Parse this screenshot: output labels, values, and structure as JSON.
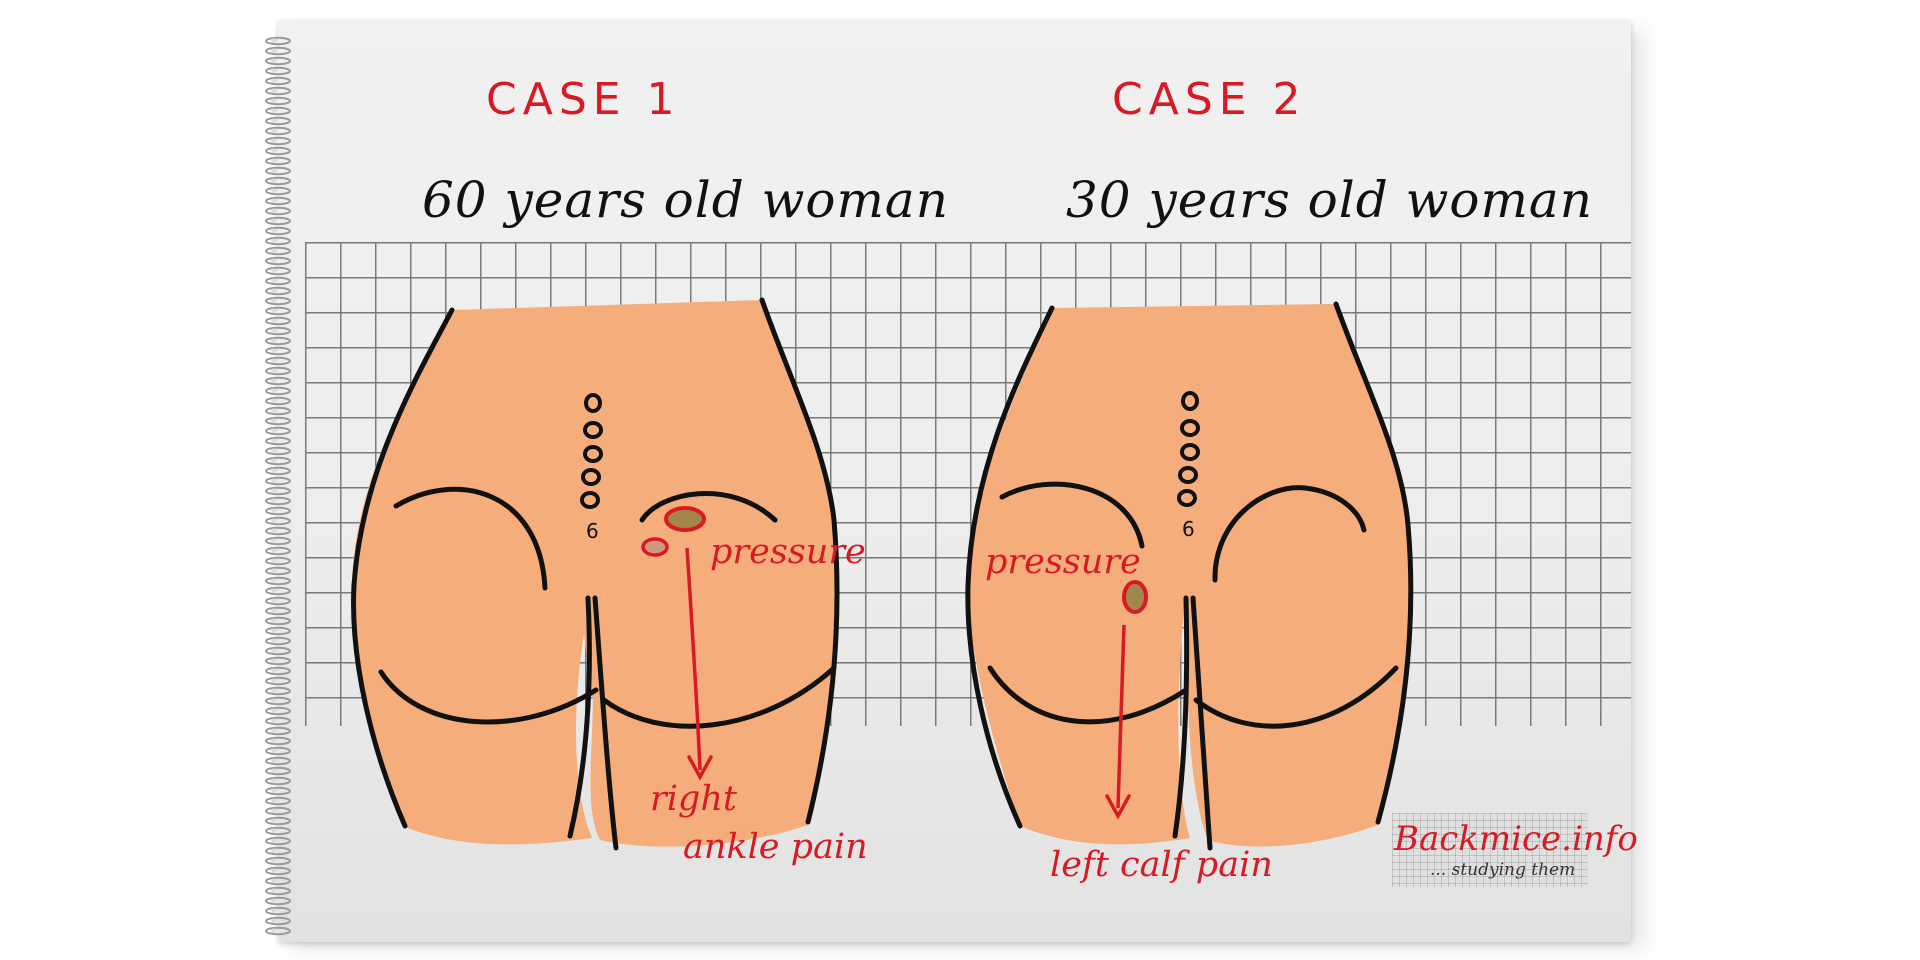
{
  "cases": [
    {
      "title": "CASE 1",
      "subject": "60 years old woman",
      "pressure_label": "pressure",
      "pain_line1": "right",
      "pain_line2": "ankle pain"
    },
    {
      "title": "CASE 2",
      "subject": "30 years old woman",
      "pressure_label": "pressure",
      "pain_line1": "left calf pain"
    }
  ],
  "vertebra_labels": [
    "6",
    "6"
  ],
  "brand": {
    "name": "Backmice.info",
    "tagline": "... studying them"
  },
  "colors": {
    "skin": "#f5ad7c",
    "annotation_red": "#d81a24",
    "pressure_spot": "#a3874a",
    "outline": "#111111"
  }
}
